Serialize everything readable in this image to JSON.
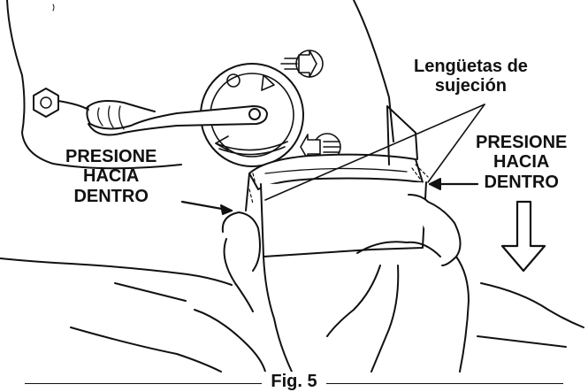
{
  "figure": {
    "caption": "Fig. 5",
    "labels": {
      "tabs_line1": "Lengüetas de",
      "tabs_line2": "sujeción",
      "press_left_line1": "PRESIONE",
      "press_left_line2": "HACIA",
      "press_left_line3": "DENTRO",
      "press_right_line1": "PRESIONE",
      "press_right_line2": "HACIA",
      "press_right_line3": "DENTRO"
    },
    "icons": [
      "hex-bolt-icon",
      "arrow-right-icon",
      "arrow-left-icon",
      "down-arrow-icon"
    ],
    "colors": {
      "ink": "#111111",
      "paper": "#ffffff"
    }
  }
}
